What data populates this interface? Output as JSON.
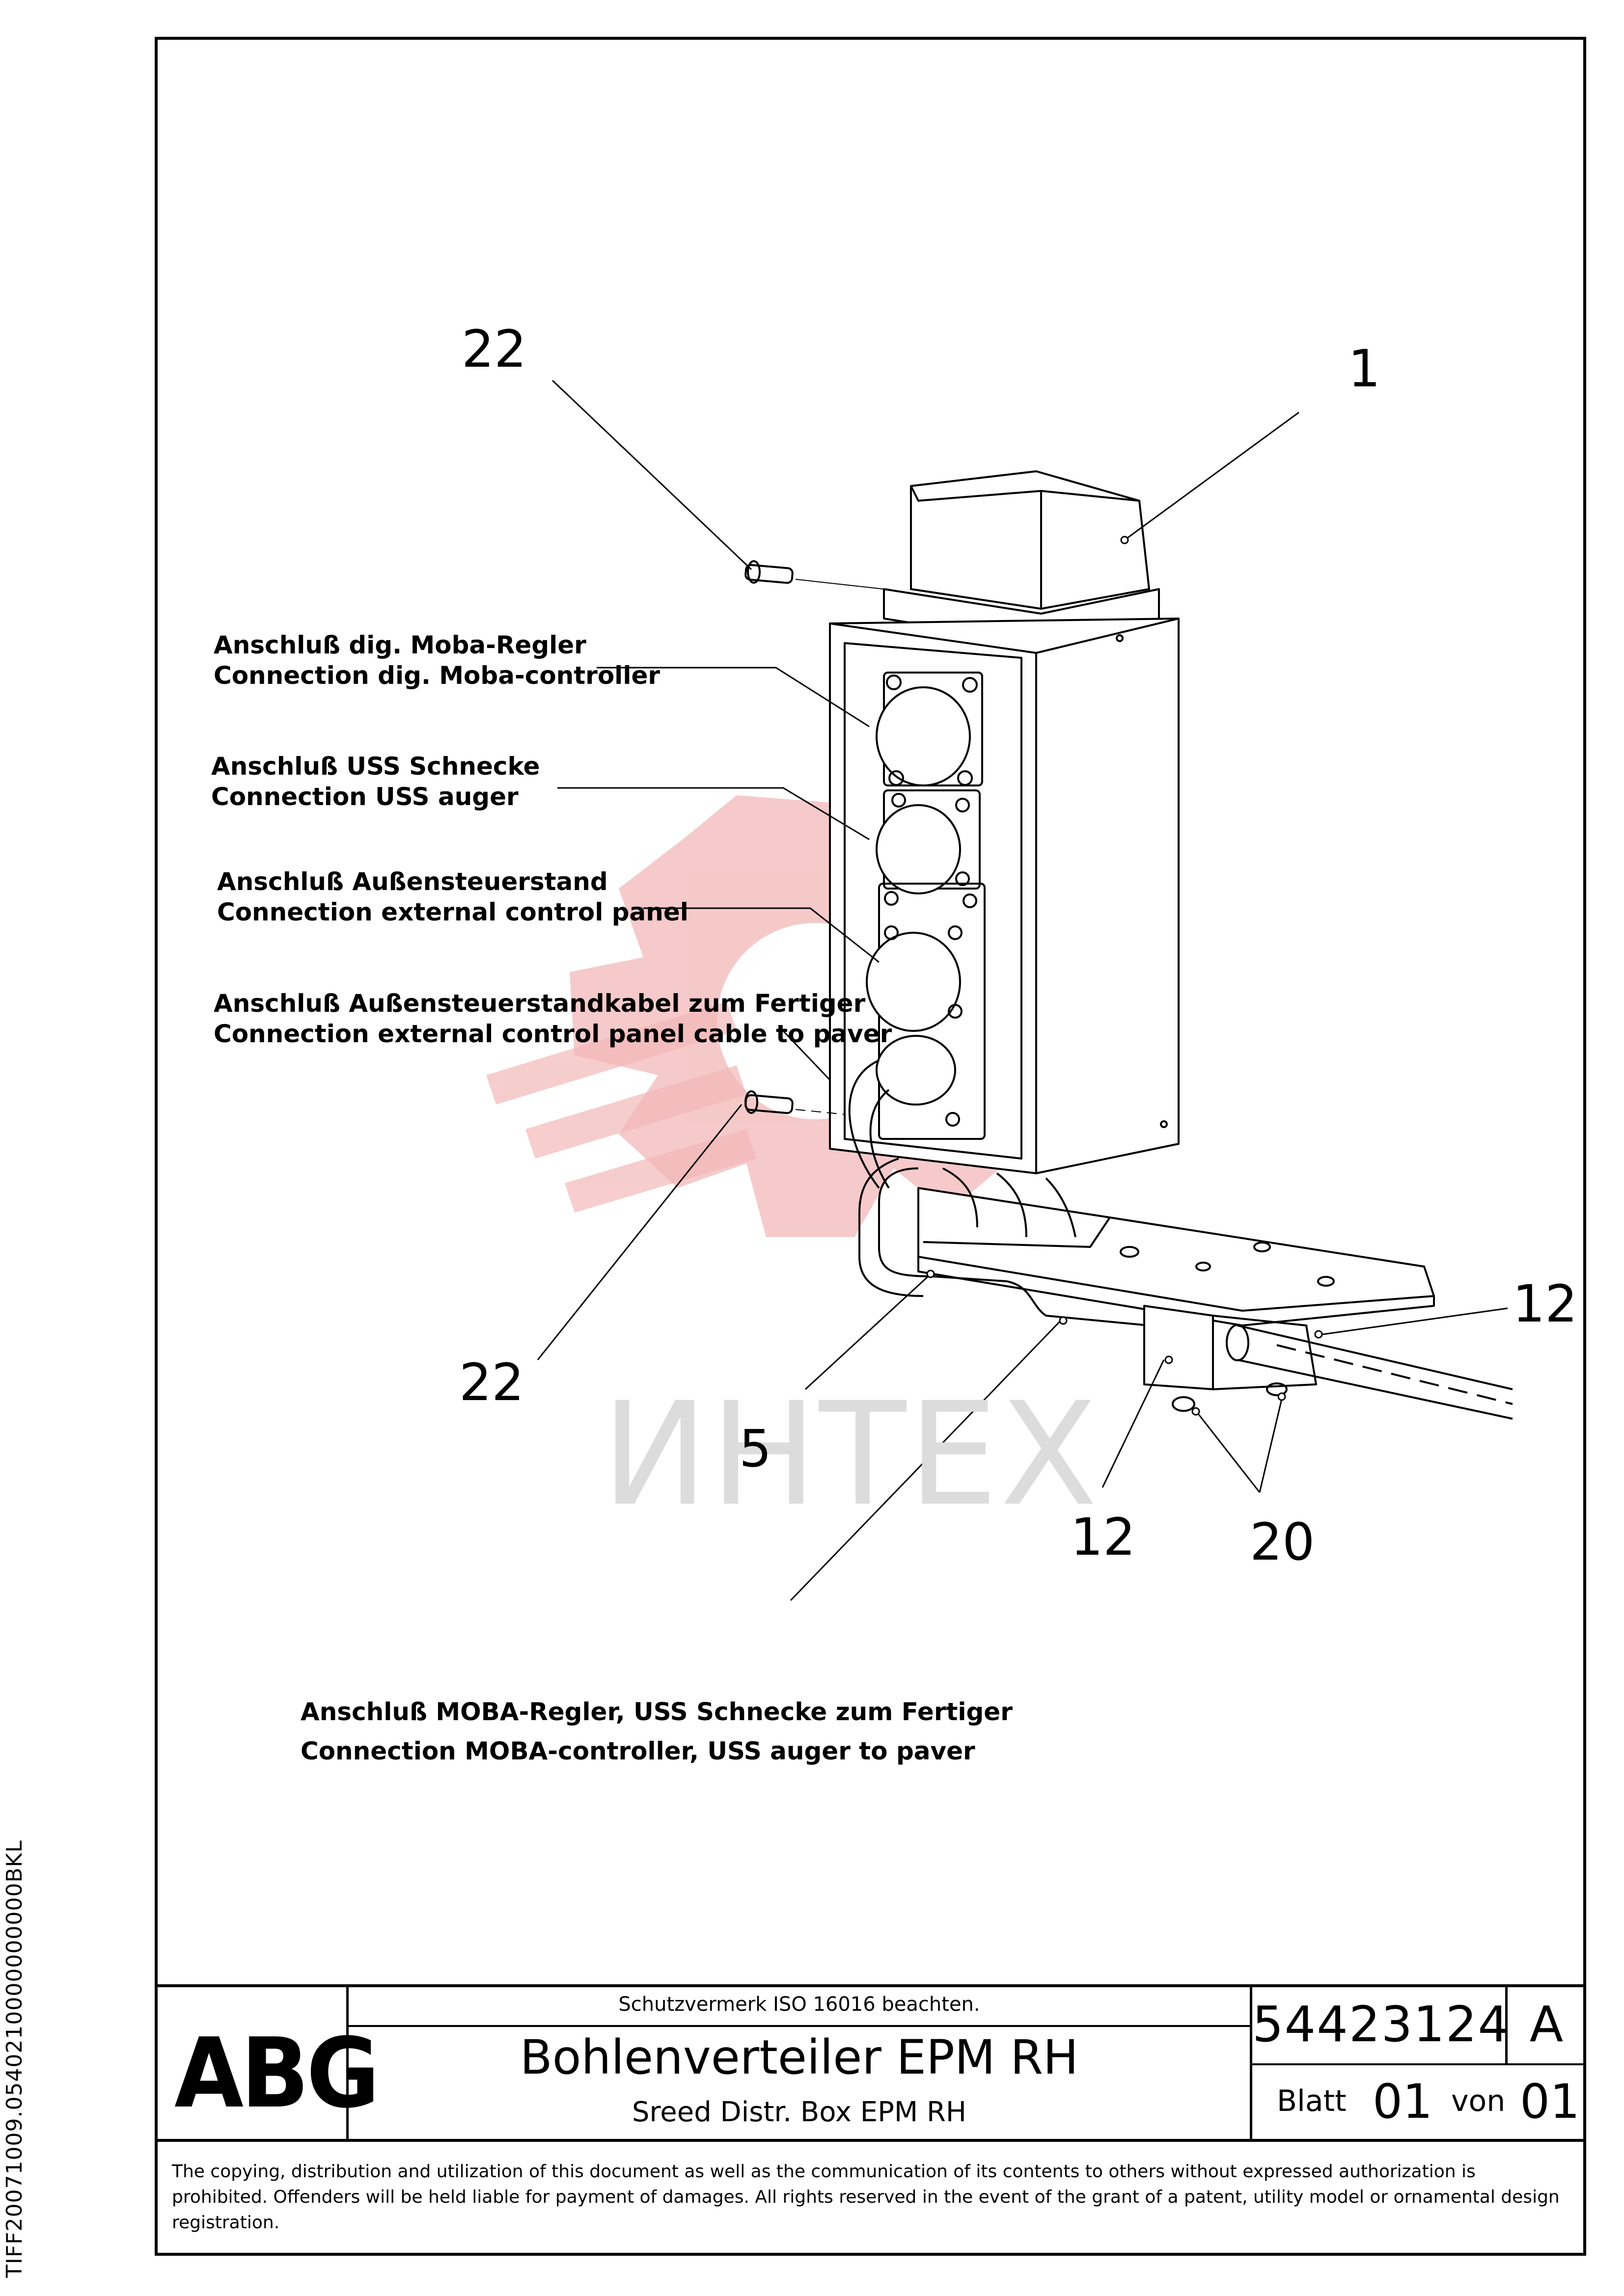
{
  "side_code": "TIFF20071009.0540210000000000BKL",
  "callouts": [
    {
      "de": "Anschluß dig. Moba-Regler",
      "en": "Connection dig. Moba-controller"
    },
    {
      "de": "Anschluß USS Schnecke",
      "en": "Connection USS auger"
    },
    {
      "de": "Anschluß Außensteuerstand",
      "en": "Connection external control panel"
    },
    {
      "de": "Anschluß Außensteuerstandkabel zum Fertiger",
      "en": "Connection external control panel cable to paver"
    },
    {
      "de": "Anschluß MOBA-Regler, USS Schnecke zum Fertiger",
      "en": "Connection MOBA-controller, USS auger to paver"
    }
  ],
  "item_numbers": {
    "bolt_top": "22",
    "box": "1",
    "bolt_bottom": "22",
    "pipe": "5",
    "clamp_right": "12",
    "clamp_bottom": "12",
    "screws": "20"
  },
  "watermark": "ИНТЕХ",
  "title_block": {
    "logo": "ABG",
    "protection_note": "Schutzvermerk ISO 16016 beachten.",
    "title_de": "Bohlenverteiler EPM RH",
    "title_en": "Sreed Distr. Box EPM RH",
    "drawing_number": "54423124",
    "revision": "A",
    "sheet_label": "Blatt",
    "sheet_number": "01",
    "of_label": "von",
    "sheet_total": "01"
  },
  "copyright_notice": "The copying, distribution and utilization of this document as well as the communication of its contents to others without expressed authorization is prohibited. Offenders will be held liable for payment of damages. All rights reserved in the event of the grant of a patent, utility model or ornamental design registration.",
  "colors": {
    "ink": "#000000",
    "watermark_red": "#f3b8b8",
    "watermark_grey": "#dcdcdc"
  }
}
